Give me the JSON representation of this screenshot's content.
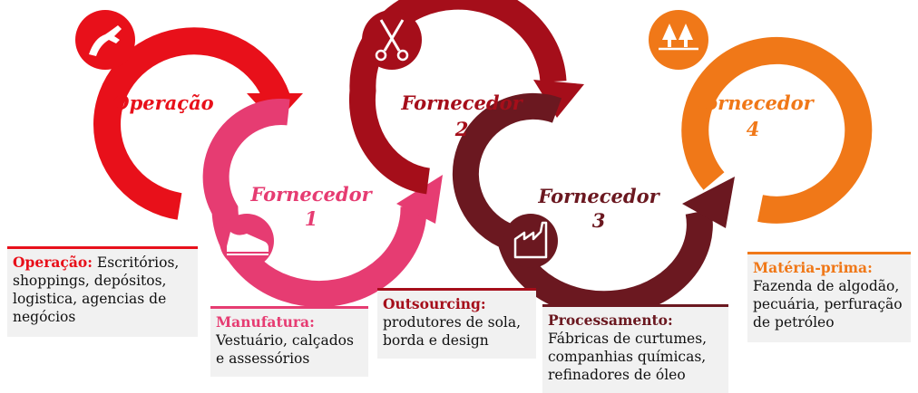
{
  "colors": {
    "operacao": "#e8101a",
    "fornecedor1": "#e63c72",
    "fornecedor2": "#a50e1a",
    "fornecedor3": "#6b1820",
    "fornecedor4": "#f07818",
    "box_bg": "#f1f1f1"
  },
  "stages": [
    {
      "id": "operacao",
      "title_line1": "Operação",
      "title_line2": "",
      "icon": "puma-logo-icon"
    },
    {
      "id": "fornecedor1",
      "title_line1": "Fornecedor",
      "title_line2": "1",
      "icon": "sneaker-icon"
    },
    {
      "id": "fornecedor2",
      "title_line1": "Fornecedor",
      "title_line2": "2",
      "icon": "scissors-icon"
    },
    {
      "id": "fornecedor3",
      "title_line1": "Fornecedor",
      "title_line2": "3",
      "icon": "factory-icon"
    },
    {
      "id": "fornecedor4",
      "title_line1": "Fornecedor",
      "title_line2": "4",
      "icon": "trees-icon"
    }
  ],
  "boxes": [
    {
      "heading": "Operação:",
      "text": " Escritórios, shoppings, depósitos, logistica, agencias de negócios"
    },
    {
      "heading": "Manufatura:",
      "text": "Vestuário, calçados e assessórios"
    },
    {
      "heading": "Outsourcing:",
      "text": "produtores de sola, borda e design"
    },
    {
      "heading": "Processamento:",
      "text": "Fábricas de curtumes, companhias químicas, refinadores de óleo"
    },
    {
      "heading": "Matéria-prima:",
      "text": "Fazenda de algodão, pecuária, perfuração de petróleo"
    }
  ]
}
